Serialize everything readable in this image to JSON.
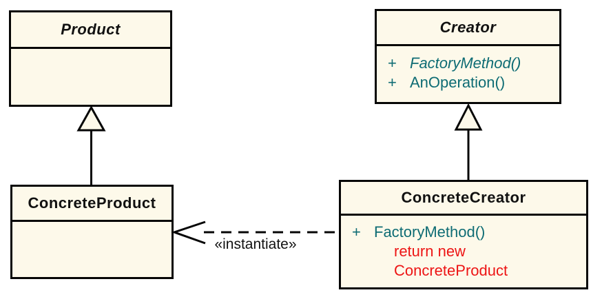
{
  "diagram_type": "uml-class-diagram",
  "classes": {
    "product": {
      "name": "Product"
    },
    "creator": {
      "name": "Creator",
      "methods": [
        {
          "visibility": "+",
          "signature": "FactoryMethod()"
        },
        {
          "visibility": "+",
          "signature": "AnOperation()"
        }
      ]
    },
    "concrete_product": {
      "name": "ConcreteProduct"
    },
    "concrete_creator": {
      "name": "ConcreteCreator",
      "methods": [
        {
          "visibility": "+",
          "signature": "FactoryMethod()"
        }
      ],
      "code_note": {
        "line1": "return new",
        "line2": "ConcreteProduct"
      }
    }
  },
  "relationships": {
    "instantiate": {
      "label": "«instantiate»"
    }
  },
  "colors": {
    "background": "#FFFFFF",
    "box_fill": "#FDF9EA",
    "box_border": "#060606",
    "class_name_text": "#111111",
    "method_text": "#0E6C74",
    "code_note_text": "#ED1515"
  }
}
